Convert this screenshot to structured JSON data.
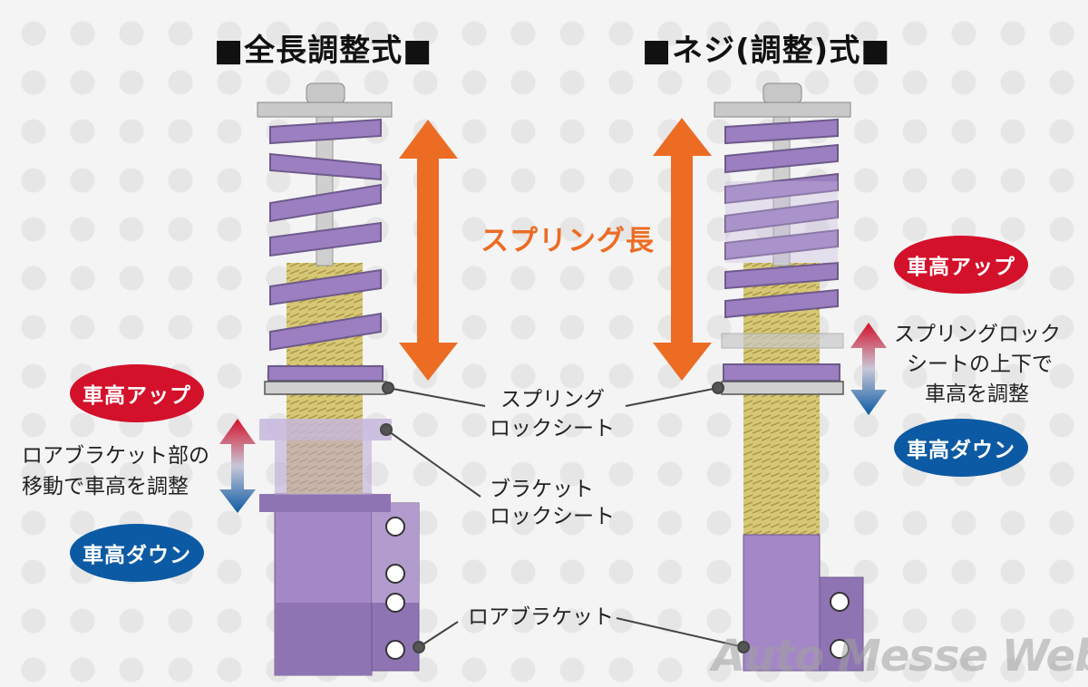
{
  "left_title": "■全長調整式■",
  "right_title": "■ネジ(調整)式■",
  "spring_length_label": "スプリング長",
  "left": {
    "badge_up": "車高アップ",
    "badge_down": "車高ダウン",
    "adjust_note_line1": "ロアブラケット部の",
    "adjust_note_line2": "移動で車高を調整"
  },
  "right": {
    "badge_up": "車高アップ",
    "badge_down": "車高ダウン",
    "adjust_note_line1": "スプリングロック",
    "adjust_note_line2": "シートの上下で",
    "adjust_note_line3": "車高を調整"
  },
  "callouts": {
    "spring_lock_seat_line1": "スプリング",
    "spring_lock_seat_line2": "ロックシート",
    "bracket_lock_seat_line1": "ブラケット",
    "bracket_lock_seat_line2": "ロックシート",
    "lower_bracket": "ロアブラケット"
  },
  "watermark": "Auto Messe Web",
  "colors": {
    "spring": "#9b7fc0",
    "thread": "#d7c774",
    "body": "#a487c7",
    "arrow_orange": "#ec6c24",
    "badge_red": "#d3112a",
    "badge_blue": "#0c5aa3"
  }
}
